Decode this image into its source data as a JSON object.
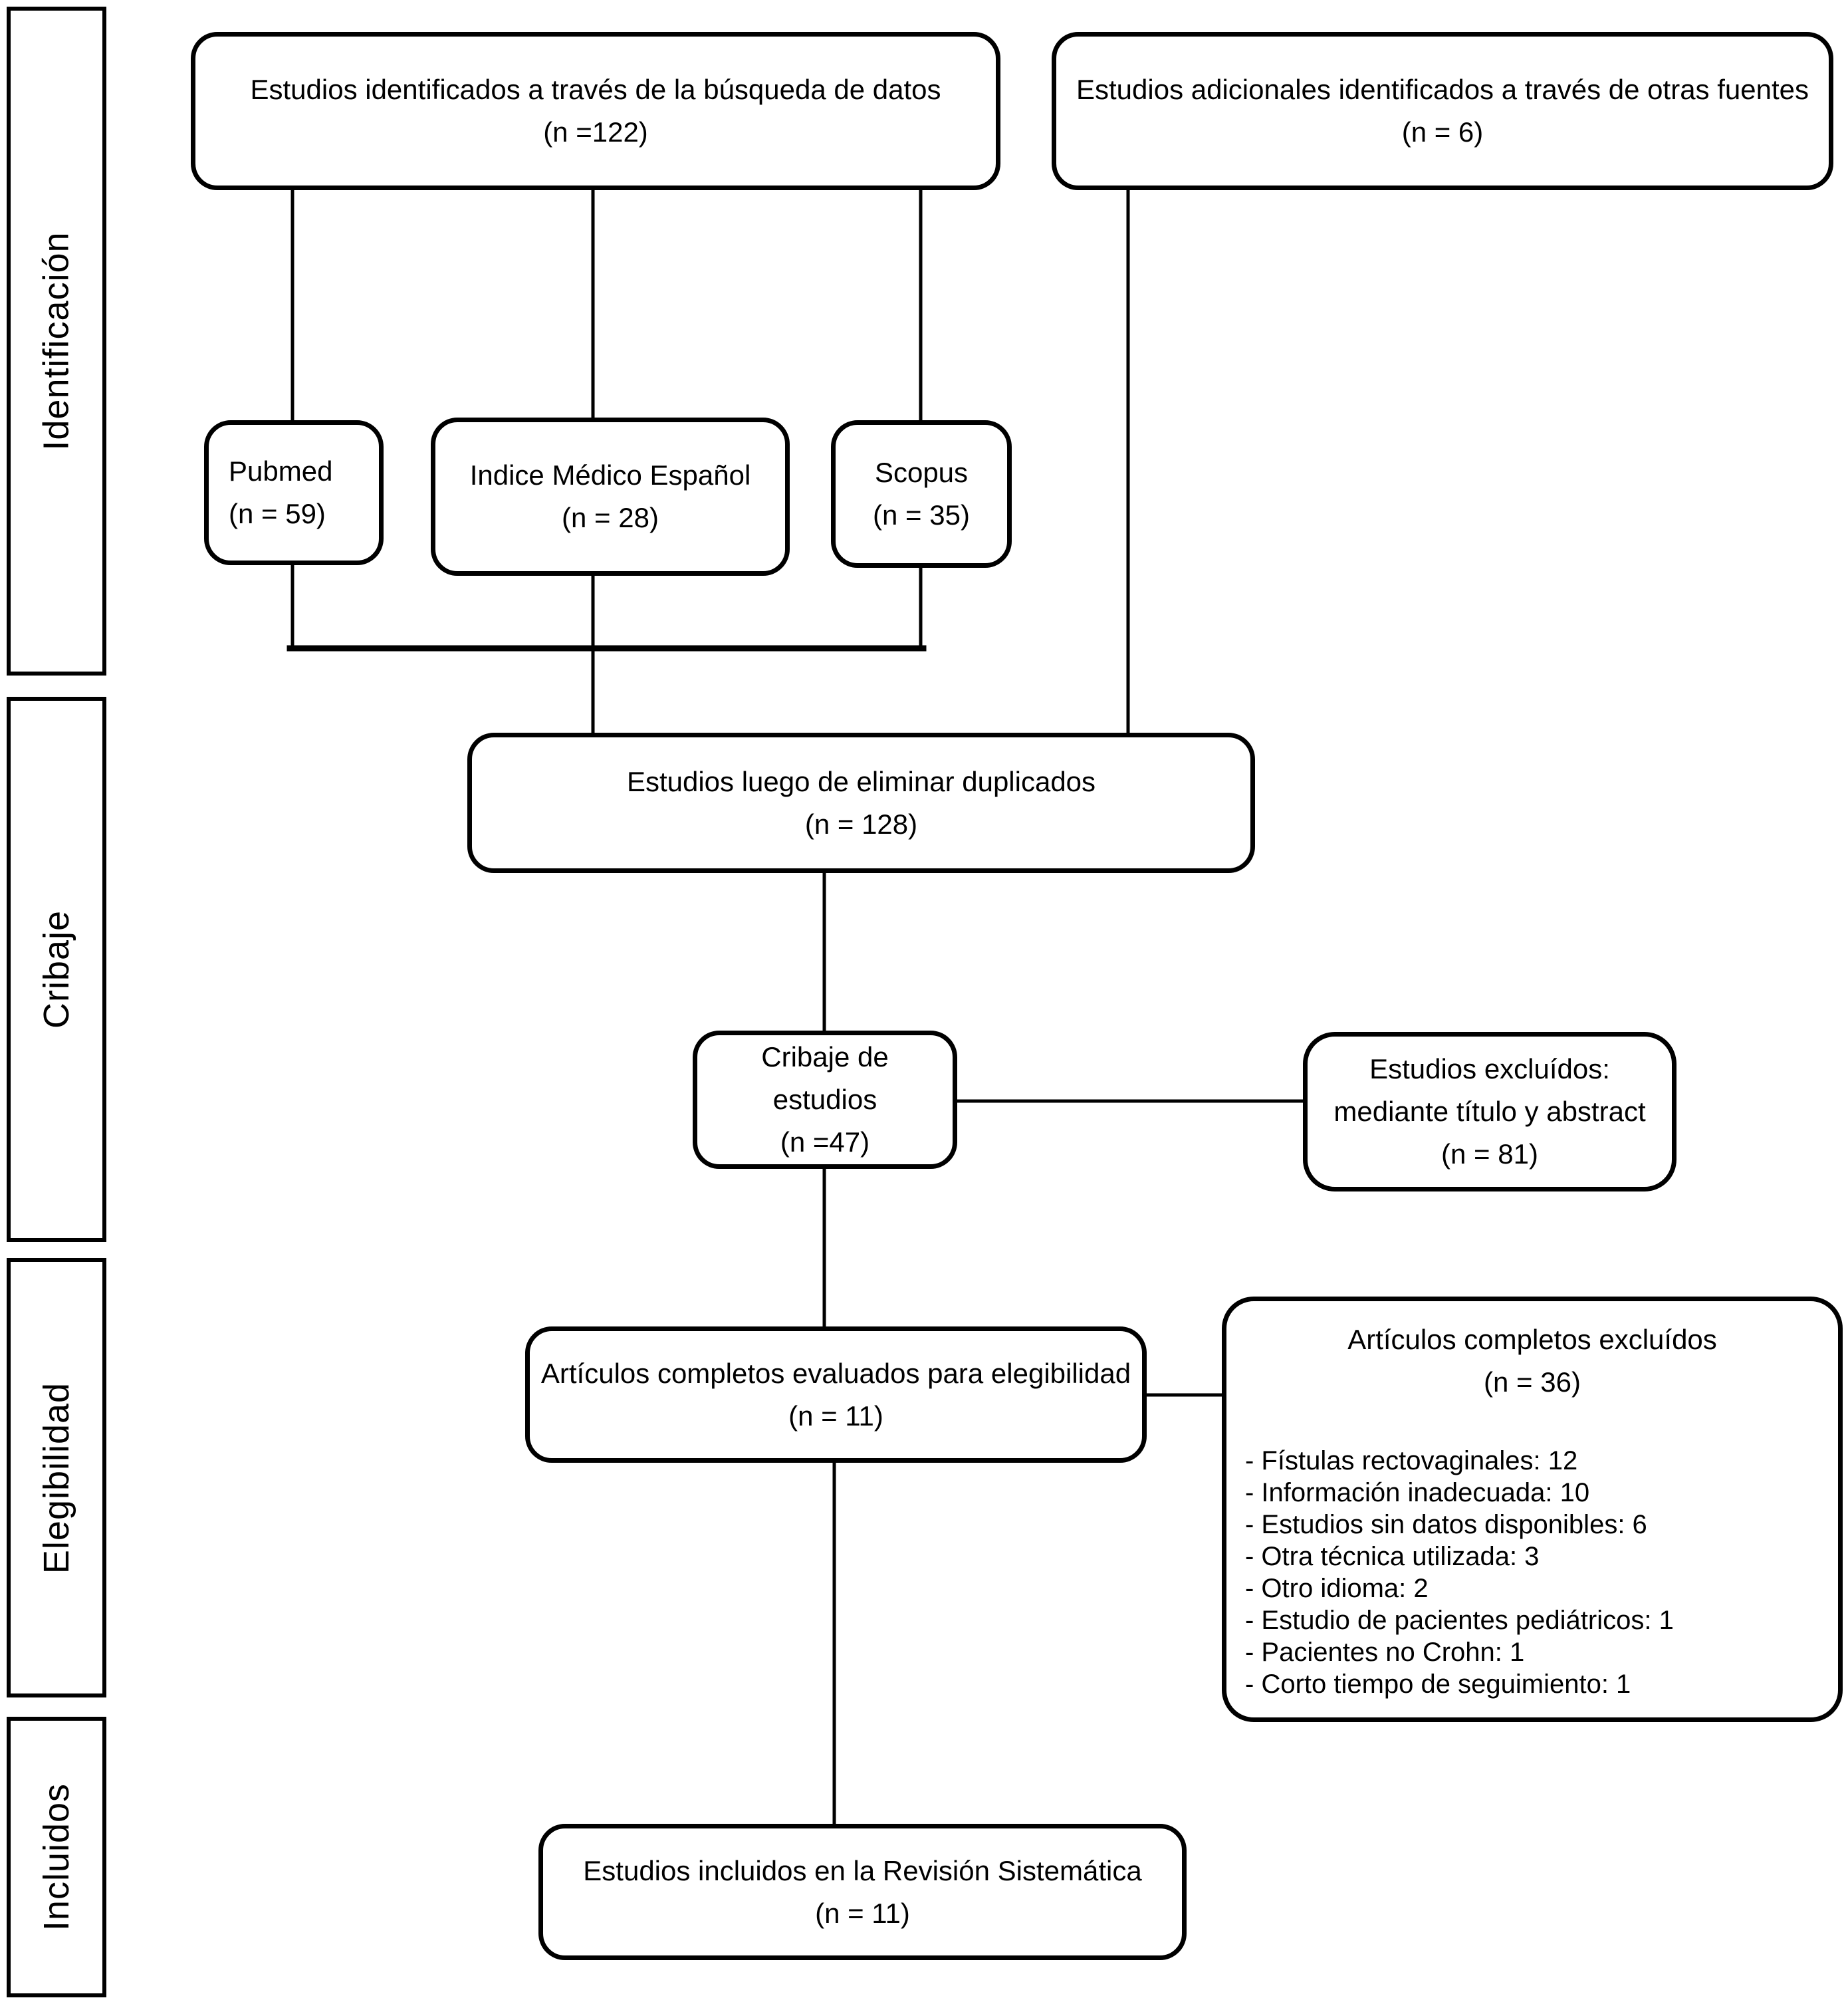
{
  "sidebar": {
    "stages": [
      {
        "label": "Identificación"
      },
      {
        "label": "Cribaje"
      },
      {
        "label": "Elegibilidad"
      },
      {
        "label": "Incluidos"
      }
    ]
  },
  "flow": {
    "identified_database": {
      "title": "Estudios identificados a través de la búsqueda de datos",
      "n": "(n =122)"
    },
    "identified_other": {
      "title": "Estudios adicionales identificados a través de otras fuentes",
      "n": "(n = 6)"
    },
    "pubmed": {
      "title": "Pubmed",
      "n": "(n = 59)"
    },
    "indice_medico": {
      "title": "Indice Médico Español",
      "n": "(n = 28)"
    },
    "scopus": {
      "title": "Scopus",
      "n": "(n = 35)"
    },
    "deduplicated": {
      "title": "Estudios luego de eliminar duplicados",
      "n": "(n = 128)"
    },
    "screened": {
      "title": "Cribaje de estudios",
      "n": "(n =47)"
    },
    "excluded_screening": {
      "line1": "Estudios excluídos:",
      "line2": "mediante título y abstract",
      "n": "(n = 81)"
    },
    "fulltext_assessed": {
      "title": "Artículos completos evaluados para elegibilidad",
      "n": "(n = 11)"
    },
    "fulltext_excluded": {
      "title": "Artículos completos excluídos",
      "n": "(n = 36)",
      "reasons": [
        "- Fístulas rectovaginales: 12",
        "- Información inadecuada: 10",
        "- Estudios sin datos disponibles: 6",
        "- Otra técnica utilizada: 3",
        "- Otro idioma: 2",
        "- Estudio de pacientes pediátricos: 1",
        "- Pacientes no Crohn: 1",
        "- Corto tiempo de seguimiento: 1"
      ]
    },
    "included": {
      "title": "Estudios incluidos en la Revisión Sistemática",
      "n": "(n = 11)"
    }
  }
}
